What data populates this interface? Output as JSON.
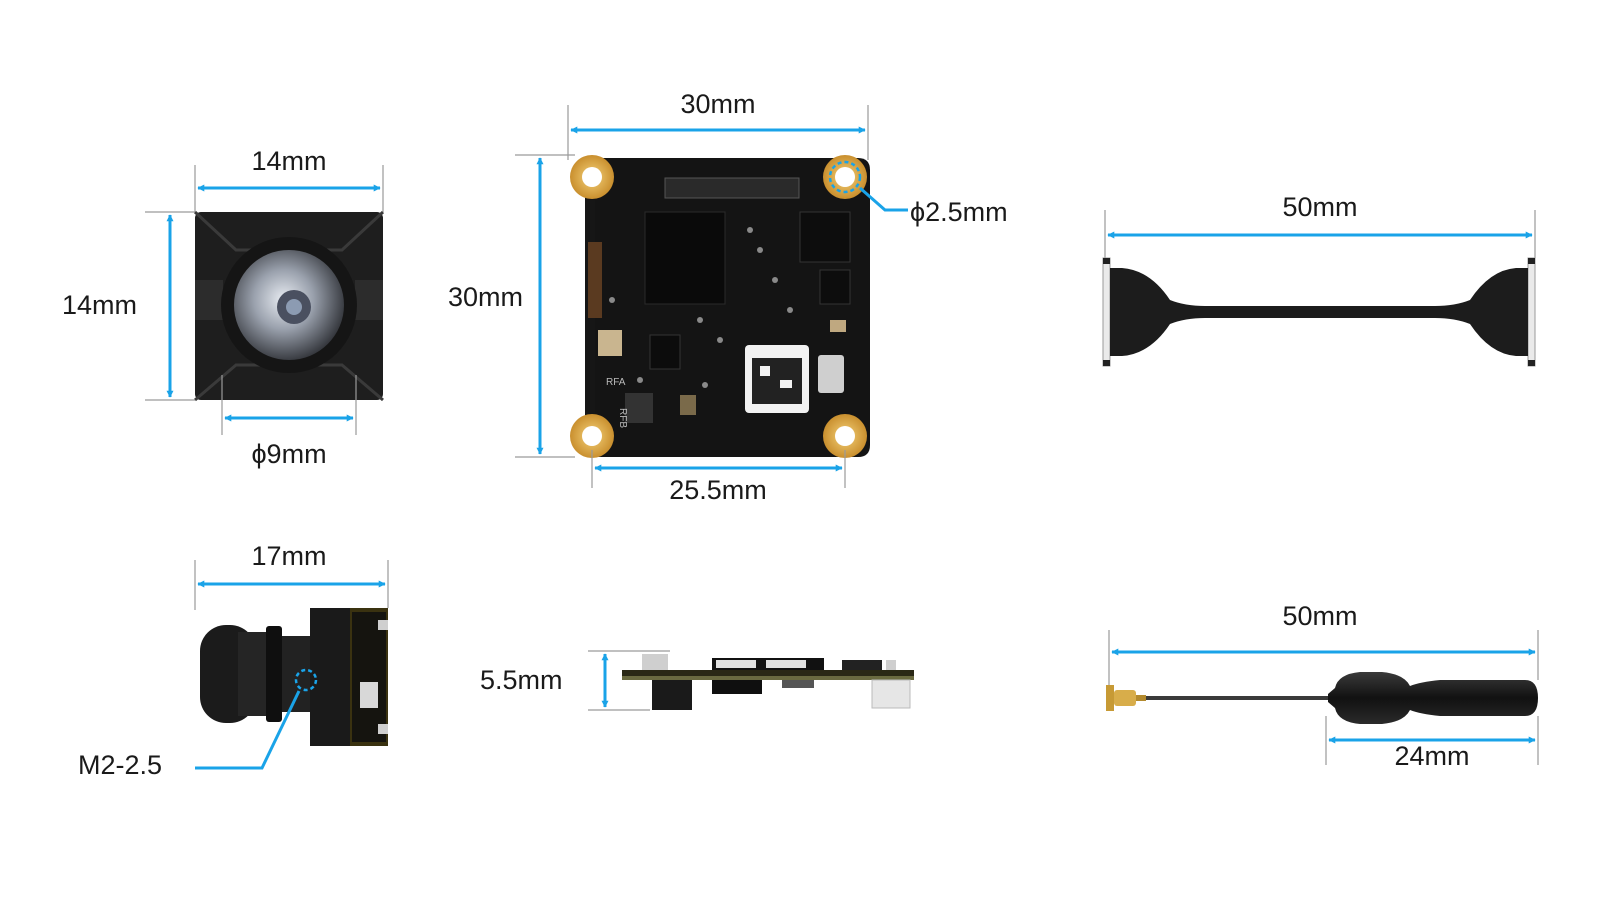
{
  "colors": {
    "dimension_line": "#1aa3e8",
    "extension_line": "#9a9a9a",
    "pcb": "#121212",
    "gold_pad": "#d9a84a",
    "camera_body": "#1e1e1e",
    "text": "#1a1a1a"
  },
  "camera_front": {
    "width_label": "14mm",
    "height_label": "14mm",
    "lens_label": "ϕ9mm"
  },
  "camera_side": {
    "length_label": "17mm",
    "screw_label": "M2-2.5"
  },
  "board_top": {
    "width_label": "30mm",
    "height_label": "30mm",
    "hole_spacing_label": "25.5mm",
    "hole_label": "ϕ2.5mm",
    "silkscreen": {
      "rfa": "RFA",
      "rfb": "RFB"
    }
  },
  "board_side": {
    "thickness_label": "5.5mm"
  },
  "cable": {
    "length_label": "50mm"
  },
  "antenna": {
    "length_label": "50mm",
    "tip_label": "24mm"
  }
}
